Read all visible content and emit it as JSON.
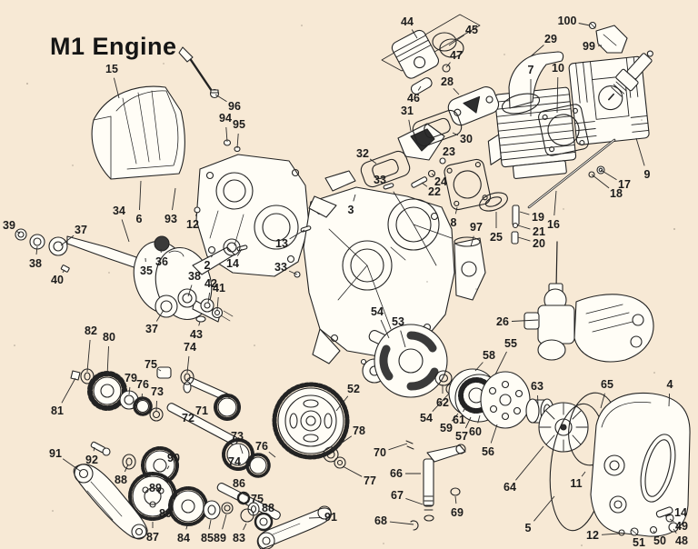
{
  "title": "M1 Engine",
  "colors": {
    "background": "#f7e9d5",
    "ink": "#232323",
    "part_fill": "#fffdf6"
  },
  "diagram": {
    "type": "exploded-parts-diagram",
    "labels_format": "n, x, y, leader_tx, leader_ty",
    "labels": [
      [
        "15",
        123,
        76,
        131,
        108
      ],
      [
        "96",
        258,
        117,
        237,
        104
      ],
      [
        "94",
        248,
        130,
        250,
        156
      ],
      [
        "95",
        263,
        137,
        261,
        163
      ],
      [
        "44",
        448,
        24,
        459,
        42
      ],
      [
        "45",
        519,
        33,
        494,
        50
      ],
      [
        "47",
        502,
        61,
        491,
        74
      ],
      [
        "46",
        455,
        108,
        463,
        95
      ],
      [
        "28",
        492,
        90,
        505,
        104
      ],
      [
        "29",
        606,
        43,
        584,
        62
      ],
      [
        "100",
        624,
        23,
        649,
        28
      ],
      [
        "99",
        648,
        51,
        662,
        50
      ],
      [
        "7",
        584,
        77,
        584,
        128
      ],
      [
        "10",
        614,
        75,
        613,
        124
      ],
      [
        "9",
        712,
        192,
        700,
        152
      ],
      [
        "17",
        687,
        203,
        661,
        187
      ],
      [
        "18",
        678,
        213,
        651,
        192
      ],
      [
        "19",
        592,
        239,
        572,
        233
      ],
      [
        "16",
        609,
        247,
        612,
        210
      ],
      [
        "21",
        593,
        255,
        570,
        248
      ],
      [
        "20",
        593,
        268,
        570,
        261
      ],
      [
        "25",
        546,
        261,
        546,
        233
      ],
      [
        "97",
        524,
        250,
        518,
        271
      ],
      [
        "30",
        513,
        153,
        498,
        146
      ],
      [
        "23",
        494,
        167,
        487,
        177
      ],
      [
        "24",
        485,
        200,
        475,
        191
      ],
      [
        "22",
        478,
        211,
        464,
        201
      ],
      [
        "31",
        448,
        122,
        452,
        144
      ],
      [
        "32",
        399,
        169,
        414,
        180
      ],
      [
        "33",
        418,
        198,
        427,
        206
      ],
      [
        "3",
        386,
        231,
        391,
        214
      ],
      [
        "8",
        499,
        245,
        503,
        228
      ],
      [
        "13",
        310,
        268,
        335,
        253
      ],
      [
        "33",
        309,
        294,
        327,
        302
      ],
      [
        "12",
        212,
        247,
        217,
        233
      ],
      [
        "6",
        153,
        241,
        155,
        199
      ],
      [
        "93",
        188,
        241,
        193,
        207
      ],
      [
        "2",
        228,
        292,
        234,
        280
      ],
      [
        "14",
        256,
        290,
        266,
        274
      ],
      [
        "34",
        131,
        232,
        142,
        266
      ],
      [
        "39",
        10,
        248,
        22,
        257
      ],
      [
        "38",
        39,
        290,
        41,
        271
      ],
      [
        "37",
        89,
        253,
        67,
        270
      ],
      [
        "40",
        63,
        308,
        71,
        297
      ],
      [
        "35",
        161,
        298,
        160,
        284
      ],
      [
        "36",
        178,
        288,
        177,
        274
      ],
      [
        "38",
        214,
        304,
        207,
        326
      ],
      [
        "42",
        232,
        312,
        229,
        333
      ],
      [
        "41",
        241,
        317,
        239,
        341
      ],
      [
        "37",
        167,
        362,
        180,
        341
      ],
      [
        "43",
        216,
        368,
        220,
        354
      ],
      [
        "82",
        100,
        364,
        96,
        409
      ],
      [
        "80",
        120,
        371,
        118,
        414
      ],
      [
        "81",
        63,
        452,
        83,
        416
      ],
      [
        "79",
        144,
        416,
        142,
        434
      ],
      [
        "76",
        157,
        423,
        156,
        441
      ],
      [
        "73",
        173,
        431,
        172,
        452
      ],
      [
        "75",
        166,
        401,
        177,
        408
      ],
      [
        "74",
        209,
        382,
        206,
        410
      ],
      [
        "71",
        222,
        452,
        228,
        441
      ],
      [
        "72",
        207,
        460,
        202,
        470
      ],
      [
        "90",
        191,
        504,
        184,
        516
      ],
      [
        "89",
        171,
        537,
        172,
        525
      ],
      [
        "89",
        182,
        565,
        193,
        548
      ],
      [
        "87",
        168,
        591,
        168,
        574
      ],
      [
        "84",
        202,
        592,
        207,
        575
      ],
      [
        "85",
        228,
        592,
        232,
        572
      ],
      [
        "89",
        242,
        592,
        249,
        566
      ],
      [
        "83",
        263,
        592,
        271,
        576
      ],
      [
        "88",
        133,
        528,
        141,
        511
      ],
      [
        "91",
        61,
        499,
        88,
        518
      ],
      [
        "92",
        101,
        506,
        104,
        492
      ],
      [
        "52",
        389,
        428,
        370,
        452
      ],
      [
        "78",
        395,
        474,
        365,
        495
      ],
      [
        "77",
        407,
        529,
        377,
        513
      ],
      [
        "70",
        418,
        498,
        448,
        488
      ],
      [
        "66",
        436,
        521,
        463,
        521
      ],
      [
        "67",
        437,
        545,
        465,
        555
      ],
      [
        "68",
        419,
        573,
        455,
        577
      ],
      [
        "69",
        503,
        564,
        501,
        546
      ],
      [
        "54",
        415,
        343,
        428,
        372
      ],
      [
        "53",
        438,
        354,
        446,
        382
      ],
      [
        "62",
        487,
        443,
        487,
        423
      ],
      [
        "54",
        469,
        460,
        494,
        433
      ],
      [
        "59",
        491,
        471,
        504,
        455
      ],
      [
        "61",
        505,
        462,
        512,
        448
      ],
      [
        "57",
        508,
        480,
        518,
        459
      ],
      [
        "60",
        523,
        475,
        528,
        457
      ],
      [
        "56",
        537,
        497,
        547,
        467
      ],
      [
        "58",
        538,
        391,
        523,
        408
      ],
      [
        "55",
        562,
        378,
        545,
        412
      ],
      [
        "63",
        591,
        425,
        592,
        445
      ],
      [
        "26",
        553,
        354,
        592,
        352
      ],
      [
        "65",
        668,
        423,
        661,
        449
      ],
      [
        "4",
        737,
        423,
        736,
        447
      ],
      [
        "64",
        561,
        536,
        598,
        491
      ],
      [
        "11",
        634,
        532,
        644,
        519
      ],
      [
        "5",
        581,
        581,
        610,
        546
      ],
      [
        "12",
        652,
        589,
        681,
        587
      ],
      [
        "51",
        703,
        597,
        697,
        586
      ],
      [
        "50",
        726,
        595,
        719,
        584
      ],
      [
        "48",
        750,
        595,
        741,
        582
      ],
      [
        "49",
        750,
        579,
        737,
        571
      ],
      [
        "14",
        749,
        564,
        732,
        568
      ],
      [
        "91",
        364,
        569,
        340,
        570
      ],
      [
        "86",
        263,
        532,
        268,
        544
      ],
      [
        "75",
        283,
        549,
        279,
        556
      ],
      [
        "88",
        295,
        559,
        290,
        567
      ],
      [
        "73",
        261,
        480,
        267,
        499
      ],
      [
        "76",
        288,
        491,
        303,
        503
      ],
      [
        "74",
        258,
        508,
        266,
        515
      ]
    ]
  }
}
